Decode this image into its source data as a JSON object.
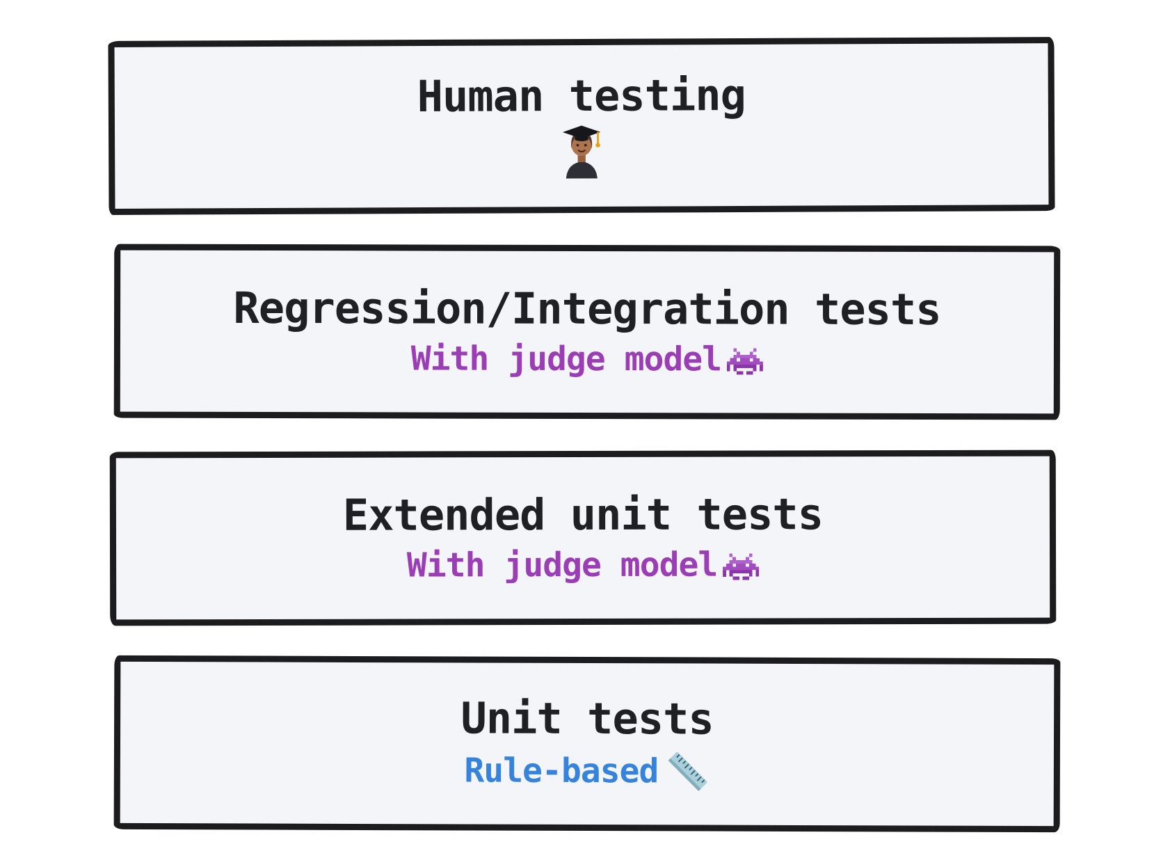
{
  "colors": {
    "page_background": "#ffffff",
    "box_background": "#f4f5f8",
    "border": "#1c1c1f",
    "title_text": "#1f2023",
    "judge_purple": "#9b3db4",
    "rule_blue": "#3583dc"
  },
  "boxes": [
    {
      "title": "Human testing",
      "emoji": "🧑🏾‍🎓",
      "emoji_label": "student"
    },
    {
      "title": "Regression/Integration tests",
      "subtitle": "With judge model",
      "emoji": "👾",
      "emoji_label": "alien monster"
    },
    {
      "title": "Extended unit tests",
      "subtitle": "With judge model",
      "emoji": "👾",
      "emoji_label": "alien monster"
    },
    {
      "title": "Unit tests",
      "subtitle": "Rule-based",
      "emoji": "📏",
      "emoji_label": "straight ruler"
    }
  ]
}
